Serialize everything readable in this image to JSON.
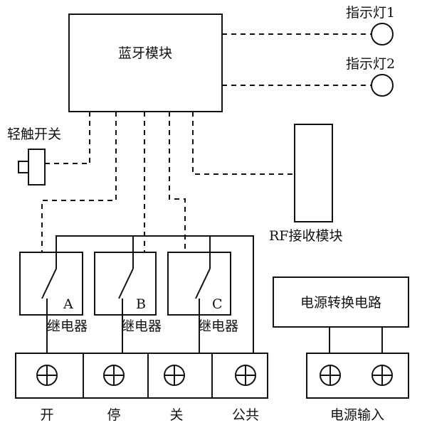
{
  "labels": {
    "bluetooth_module": "蓝牙模块",
    "indicator_1": "指示灯1",
    "indicator_2": "指示灯2",
    "tact_switch": "轻触开关",
    "rf_module": "RF接收模块",
    "relay_a_letter": "A",
    "relay_b_letter": "B",
    "relay_c_letter": "C",
    "relay_a": "继电器",
    "relay_b": "继电器",
    "relay_c": "继电器",
    "power_conversion": "电源转换电路",
    "terminal_on": "开",
    "terminal_stop": "停",
    "terminal_off": "关",
    "terminal_common": "公共",
    "power_input": "电源输入"
  }
}
